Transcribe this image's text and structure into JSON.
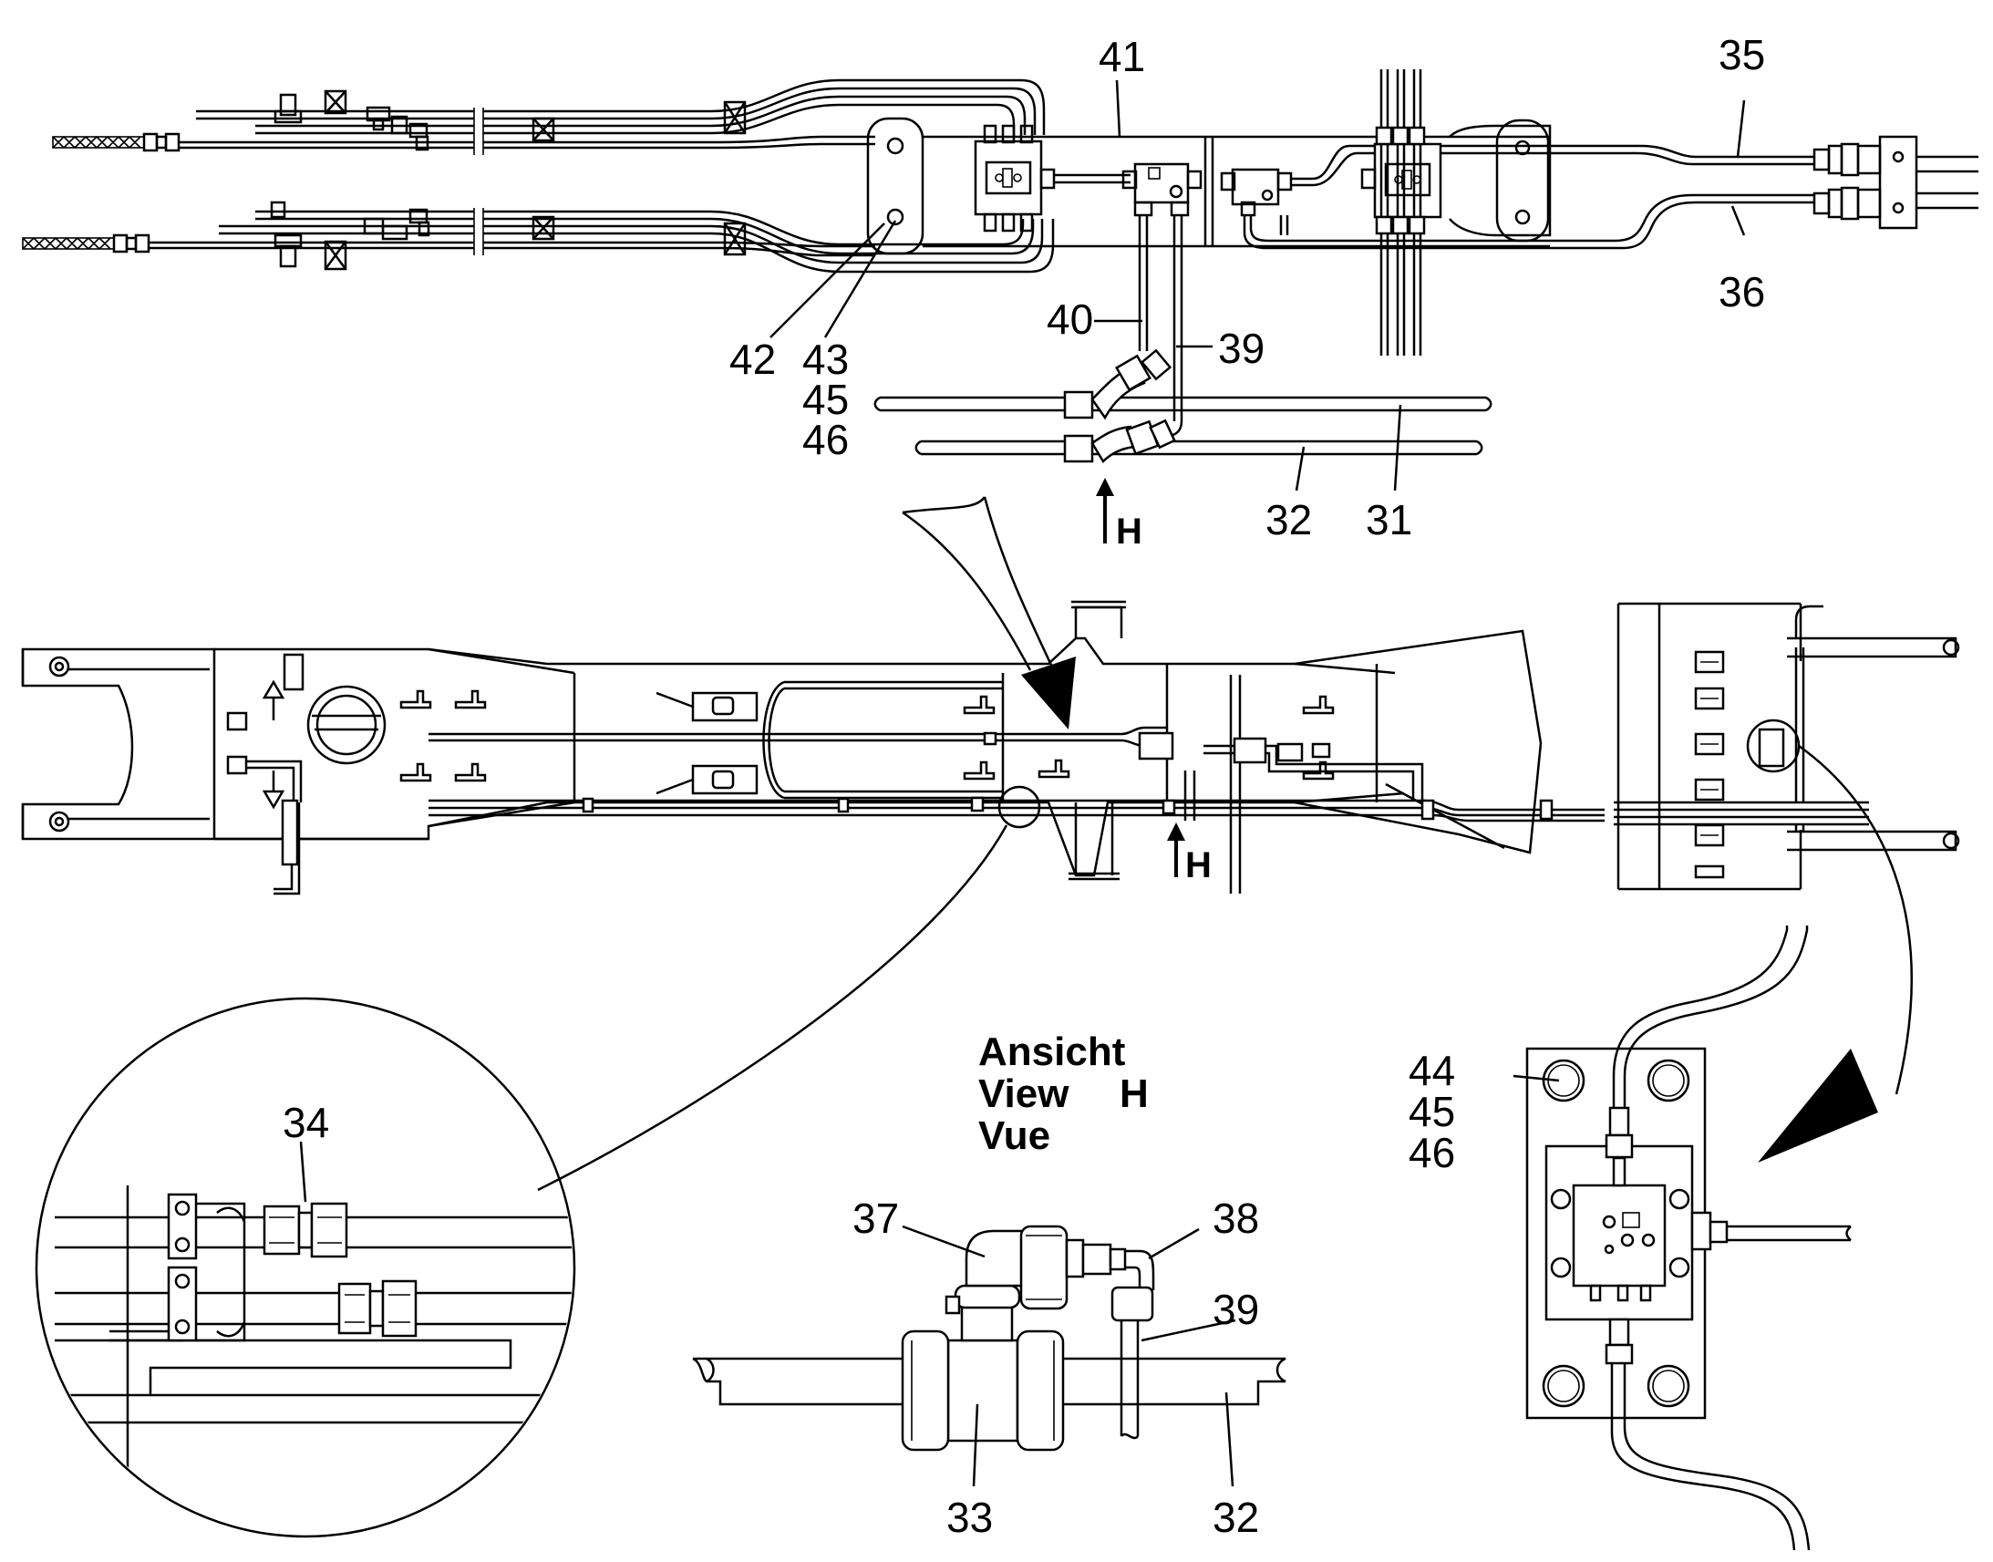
{
  "callouts": {
    "top": {
      "c41": "41",
      "c35": "35",
      "c36": "36",
      "c42": "42",
      "c43": "43",
      "c45": "45",
      "c46": "46",
      "c40": "40",
      "c39": "39",
      "c32": "32",
      "c31": "31",
      "view_marker": "H"
    },
    "middle": {
      "view_marker": "H"
    },
    "detail_left": {
      "c34": "34"
    },
    "view_h": {
      "title_de": "Ansicht",
      "title_en": "View",
      "title_fr": "Vue",
      "letter": "H",
      "c37": "37",
      "c38": "38",
      "c39": "39",
      "c33": "33",
      "c32": "32"
    },
    "detail_right": {
      "c44": "44",
      "c45": "45",
      "c46": "46"
    }
  }
}
